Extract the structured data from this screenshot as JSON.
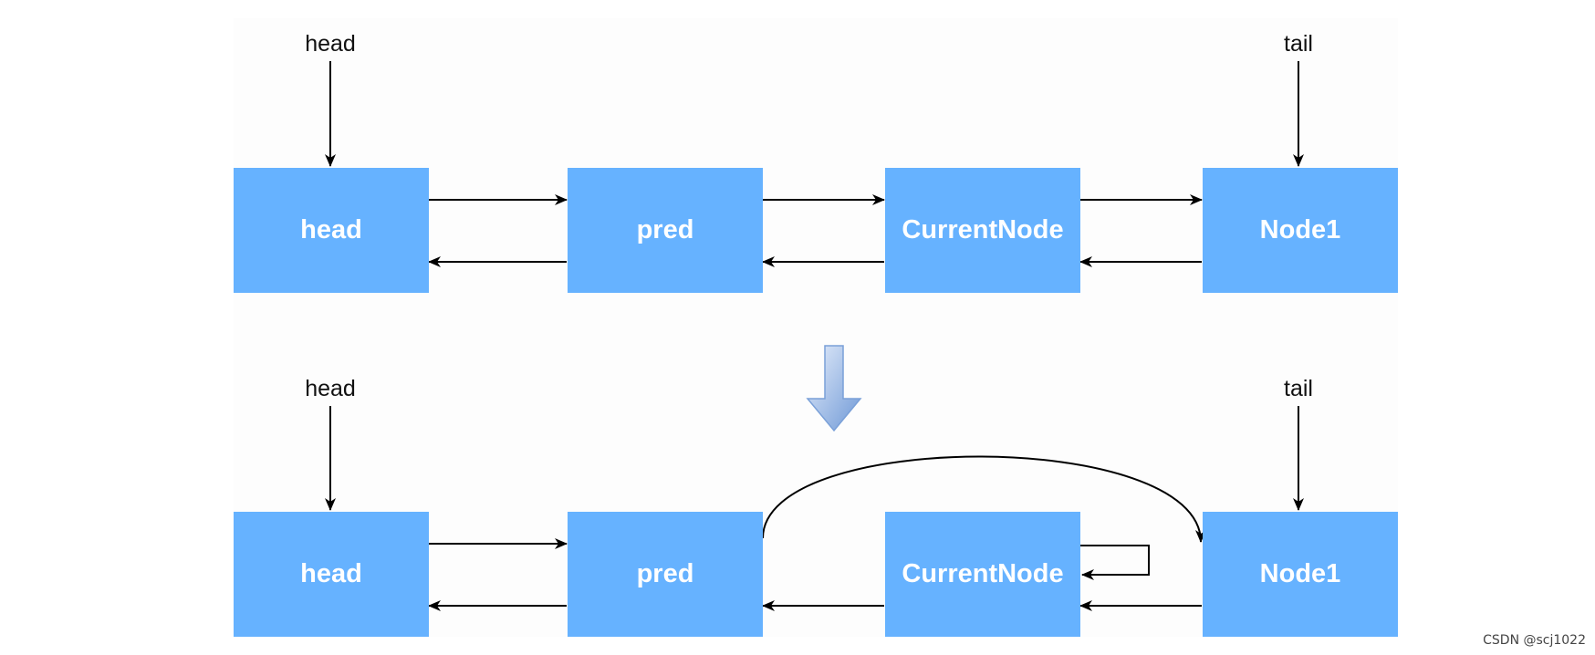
{
  "top_list": {
    "head_pointer_label": "head",
    "tail_pointer_label": "tail",
    "nodes": [
      "head",
      "pred",
      "CurrentNode",
      "Node1"
    ]
  },
  "bottom_list": {
    "head_pointer_label": "head",
    "tail_pointer_label": "tail",
    "nodes": [
      "head",
      "pred",
      "CurrentNode",
      "Node1"
    ]
  },
  "colors": {
    "node_fill": "#66b2ff",
    "node_text": "#ffffff",
    "arrow": "#000000",
    "transition_arrow_light": "#d6e4f8",
    "transition_arrow_dark": "#6e98d6"
  },
  "watermark": "CSDN @scj1022"
}
